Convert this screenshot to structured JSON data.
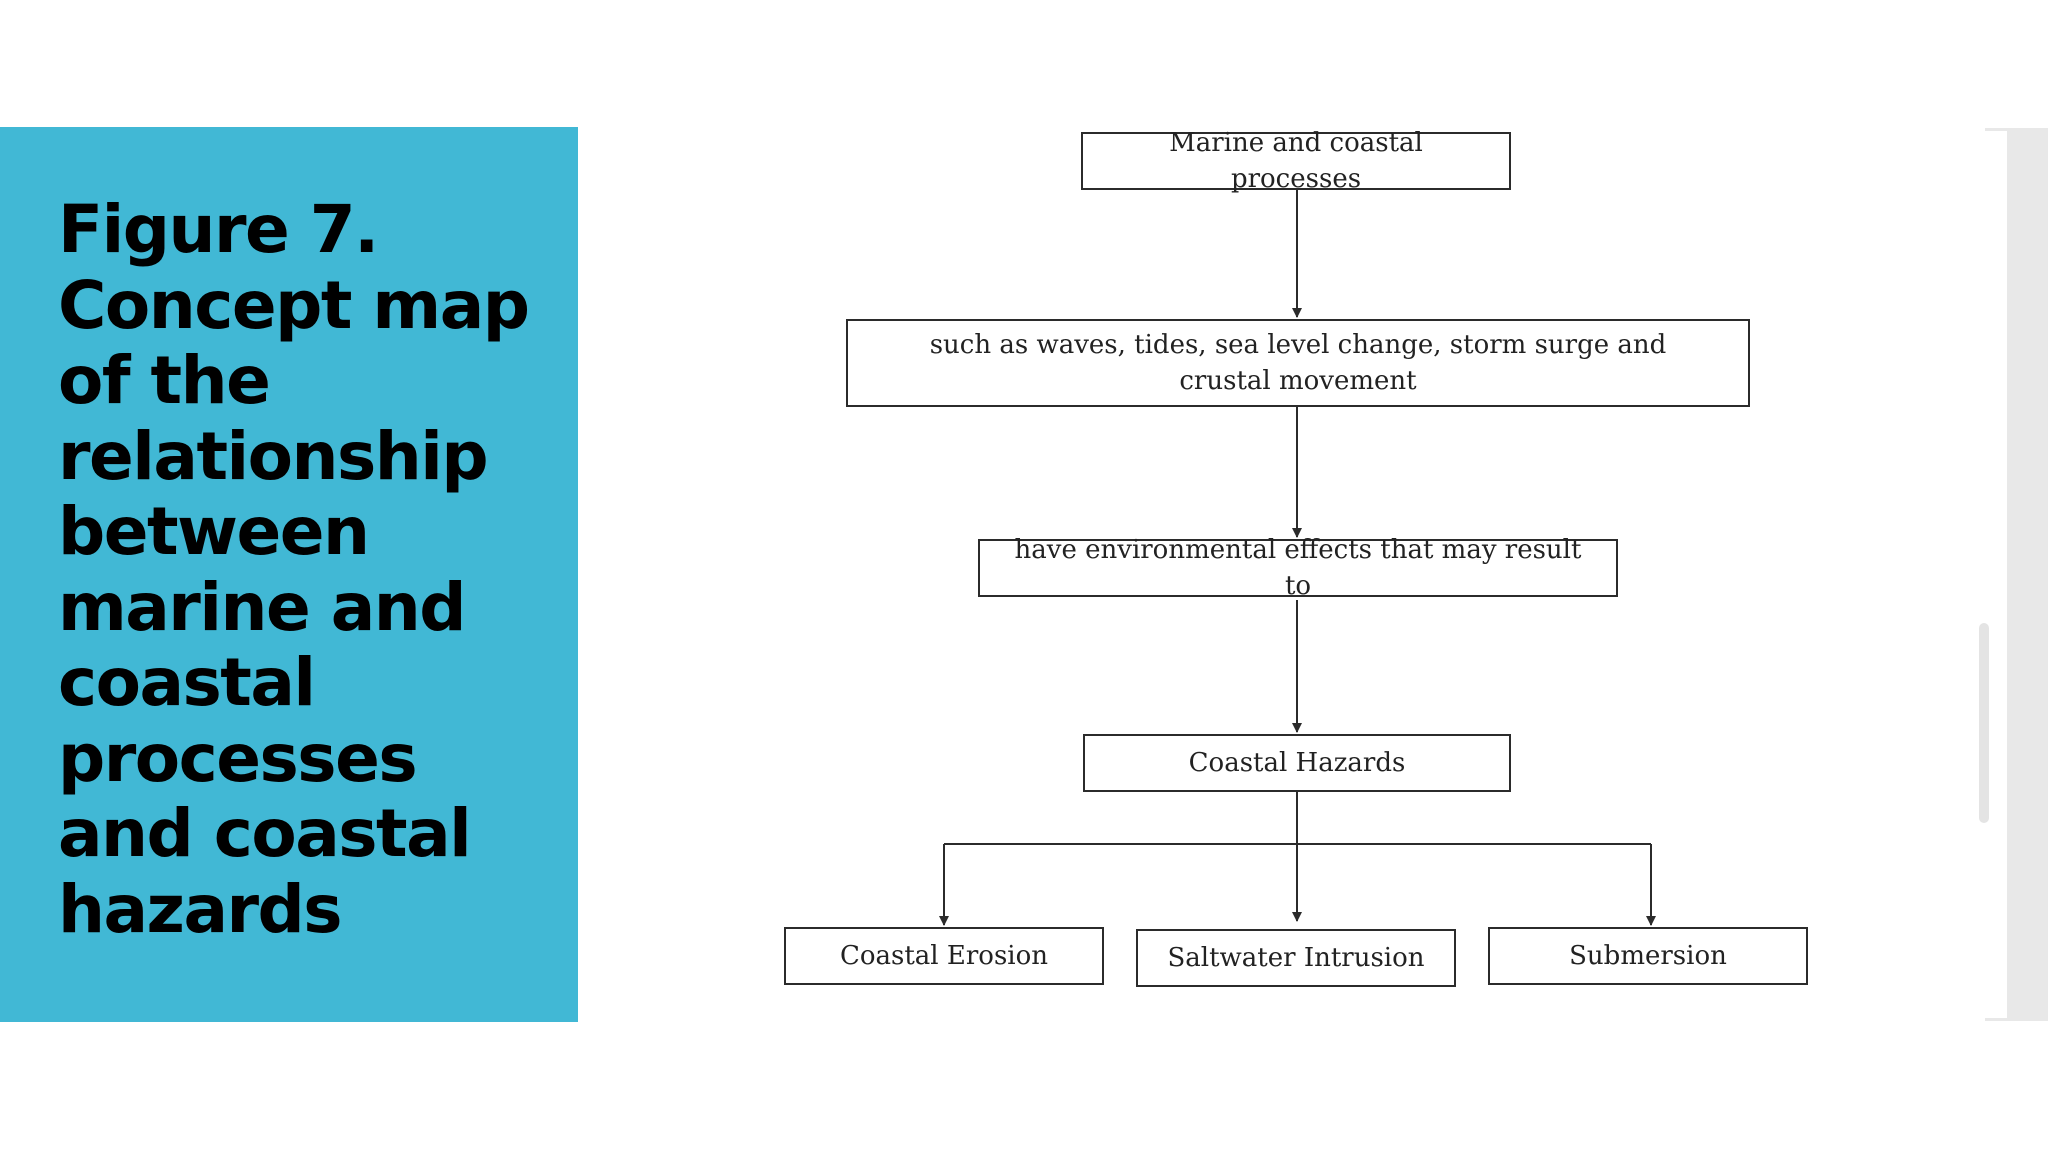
{
  "slide": {
    "title": "Figure 7. Concept map of the relationship between marine and coastal processes and coastal hazards",
    "panel_color": "#41b8d5"
  },
  "diagram": {
    "nodes": {
      "processes": "Marine and coastal processes",
      "examples": "such as waves, tides, sea level change, storm surge and crustal movement",
      "effects": "have environmental effects that may result to",
      "hazards": "Coastal Hazards",
      "erosion": "Coastal Erosion",
      "intrusion": "Saltwater Intrusion",
      "submersion": "Submersion"
    },
    "edges": [
      {
        "from": "processes",
        "to": "examples"
      },
      {
        "from": "examples",
        "to": "effects"
      },
      {
        "from": "effects",
        "to": "hazards"
      },
      {
        "from": "hazards",
        "to": "erosion"
      },
      {
        "from": "hazards",
        "to": "intrusion"
      },
      {
        "from": "hazards",
        "to": "submersion"
      }
    ]
  }
}
